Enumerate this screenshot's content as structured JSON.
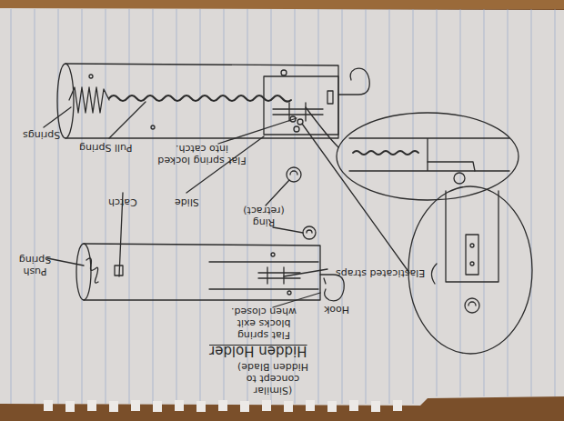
{
  "diagram": {
    "title": "Hidden Holder",
    "labels": [
      "(Similar concept to Hidden Blade)",
      "Flat spring blocks exit when closed.",
      "Hook",
      "Elasticated straps",
      "Push Spring",
      "Catch",
      "Slide",
      "Pull Spring",
      "Springs",
      "Ring (retract)",
      "Flat spring locked into catch."
    ]
  }
}
